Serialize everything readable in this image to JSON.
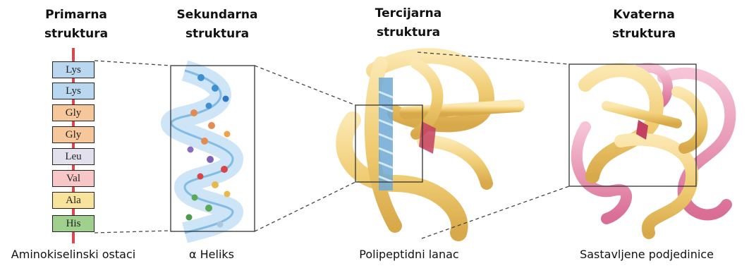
{
  "headings": {
    "primary": {
      "line1": "Primarna",
      "line2": "struktura"
    },
    "secondary": {
      "line1": "Sekundarna",
      "line2": "struktura"
    },
    "tertiary": {
      "line1": "Tercijarna",
      "line2": "struktura"
    },
    "quaternary": {
      "line1": "Kvaterna",
      "line2": "struktura"
    }
  },
  "captions": {
    "primary": "Aminokiselinski ostaci",
    "secondary": "α Heliks",
    "tertiary": "Polipeptidni lanac",
    "quaternary": "Sastavljene podjedinice"
  },
  "residues": [
    {
      "label": "Lys",
      "color": "#b9d8ef"
    },
    {
      "label": "Lys",
      "color": "#b9d8ef"
    },
    {
      "label": "Gly",
      "color": "#f6c79a"
    },
    {
      "label": "Gly",
      "color": "#f6c79a"
    },
    {
      "label": "Leu",
      "color": "#e3e0ee"
    },
    {
      "label": "Val",
      "color": "#f7c6c6"
    },
    {
      "label": "Ala",
      "color": "#f8e39a"
    },
    {
      "label": "His",
      "color": "#9fd08e"
    }
  ],
  "colors": {
    "backbone": "#d9484f",
    "helix": "#8cc3ea",
    "chain": "#f0cf78",
    "subunit_pink": "#e78fae"
  }
}
